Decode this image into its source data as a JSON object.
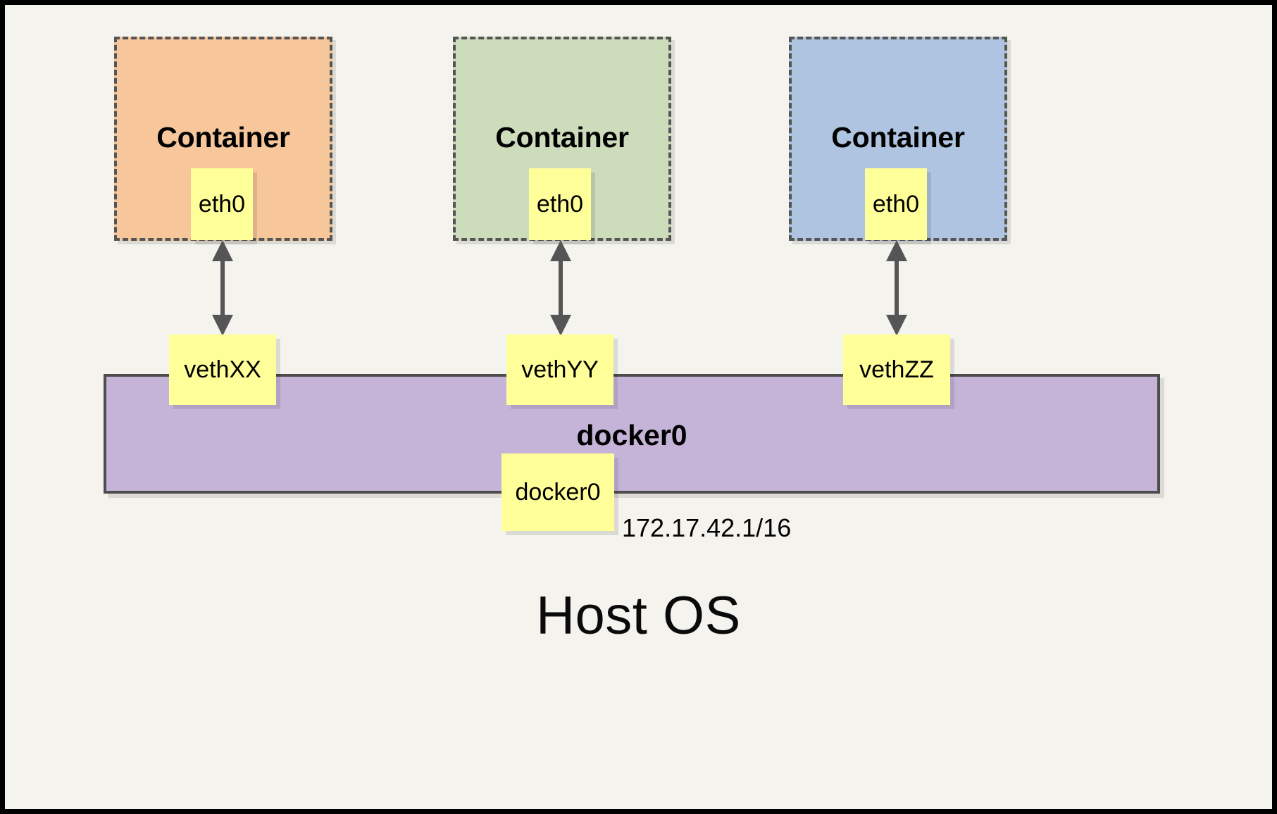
{
  "diagram": {
    "title_bottom": "Host OS",
    "background_color": "#f5f3ed",
    "frame_color": "#000000",
    "containers": [
      {
        "label": "Container",
        "fill": "#f7c69b",
        "border": "#555555",
        "interface_label": "eth0",
        "veth_label": "vethXX"
      },
      {
        "label": "Container",
        "fill": "#cdddbc",
        "border": "#555555",
        "interface_label": "eth0",
        "veth_label": "vethYY"
      },
      {
        "label": "Container",
        "fill": "#aec4e0",
        "border": "#555555",
        "interface_label": "eth0",
        "veth_label": "vethZZ"
      }
    ],
    "bridge": {
      "label": "docker0",
      "fill": "#c6b4d8",
      "border": "#4d4d4d",
      "interface_label": "docker0",
      "ip_address": "172.17.42.1/16"
    },
    "note_fill": "#ffff99",
    "arrow_color": "#555555",
    "arrow_names": [
      "veth-link-arrow-1",
      "veth-link-arrow-2",
      "veth-link-arrow-3"
    ]
  }
}
